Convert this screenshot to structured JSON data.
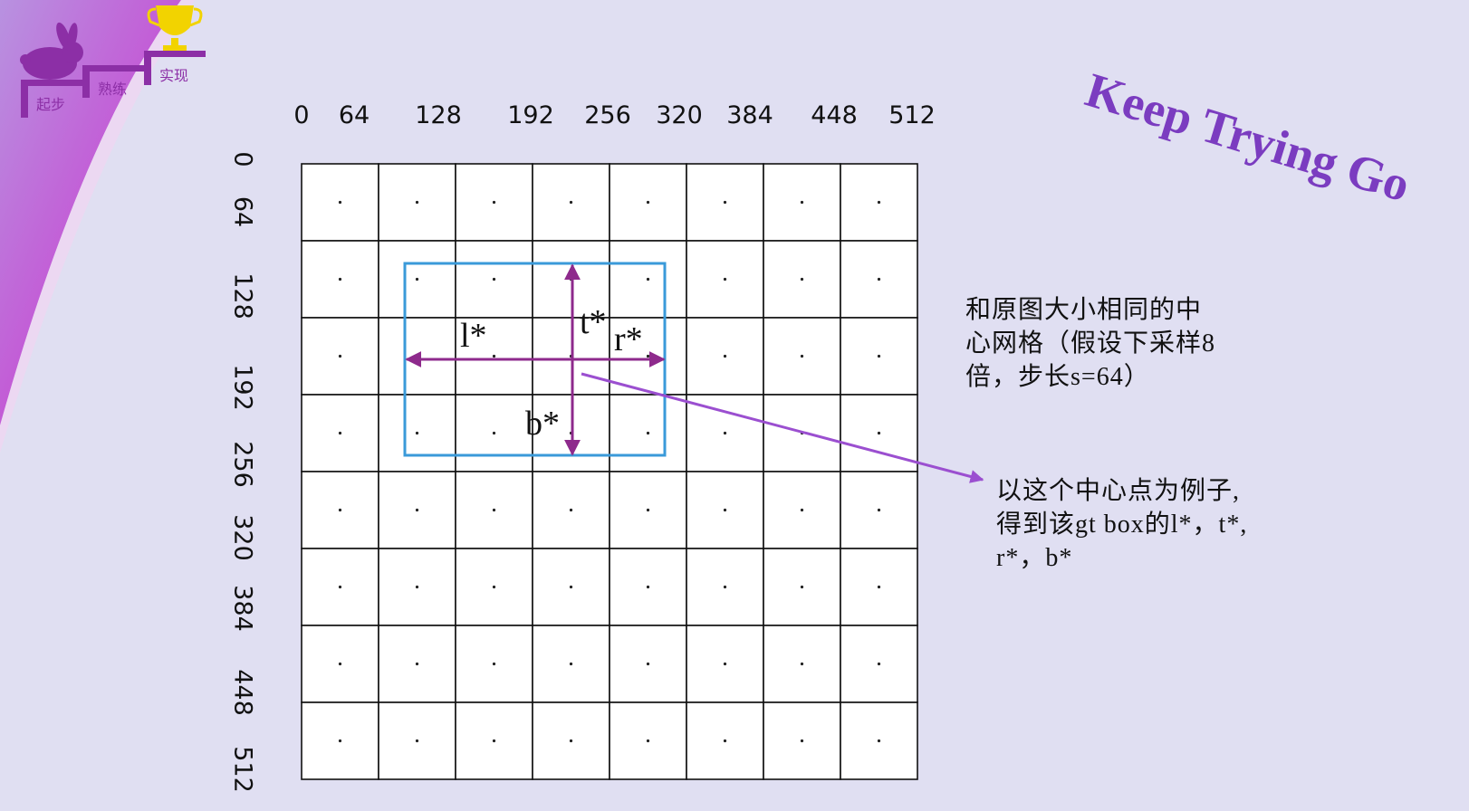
{
  "logo": {
    "steps": [
      "起步",
      "熟练",
      "实现"
    ],
    "colors": {
      "purple": "#8c2fa6",
      "gold": "#f2d300"
    }
  },
  "motto": "Keep Trying Go",
  "grid": {
    "x_ticks": [
      "0",
      "64",
      "128",
      "192",
      "256",
      "320",
      "384",
      "448",
      "512"
    ],
    "y_ticks": [
      "0",
      "64",
      "128",
      "192",
      "256",
      "320",
      "384",
      "448",
      "512"
    ],
    "rows": 8,
    "cols": 8
  },
  "gt_box": {
    "color": "#3a9ad9",
    "labels": {
      "l": "l*",
      "t": "t*",
      "r": "r*",
      "b": "b*"
    },
    "arrow_color": "#8e2a8c"
  },
  "notes": {
    "grid_note": [
      "和原图大小相同的中",
      "心网格（假设下采样8",
      "倍，步长s=64）"
    ],
    "example_note": [
      "以这个中心点为例子,",
      "得到该gt box的l*，t*,",
      "r*，b*"
    ]
  },
  "pointer_color": "#9b4fd0"
}
